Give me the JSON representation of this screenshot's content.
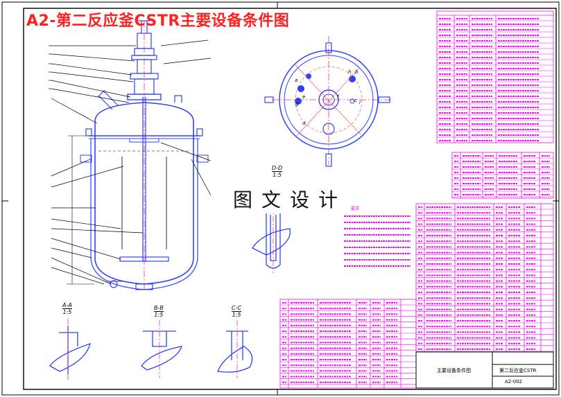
{
  "title": "A2-第二反应釜CSTR主要设备条件图",
  "watermark": "图文设计",
  "view_labels": {
    "section_aa": "A-A",
    "section_aa_scale": "1:5",
    "section_bb": "B-B",
    "section_bb_scale": "1:5",
    "section_cc": "C-C",
    "section_cc_scale": "1:5",
    "section_dd": "D-D",
    "section_dd_scale": "1:5"
  },
  "plan_view_nozzles": [
    "a",
    "b",
    "c",
    "d",
    "e",
    "f",
    "g",
    "h",
    "i"
  ],
  "notes_heading": "技术要求",
  "title_block": {
    "drawing_name": "主要设备条件图",
    "equipment_name": "第二反应釜CSTR",
    "drawing_number": "A2-002"
  },
  "colors": {
    "outline": "#3040ff",
    "table_lines": "#ff00ff",
    "title_red": "#ff2020",
    "detail_lines": "#000000",
    "border": "#000000"
  },
  "icons": {
    "cut_mark": "cut-mark-icon"
  }
}
